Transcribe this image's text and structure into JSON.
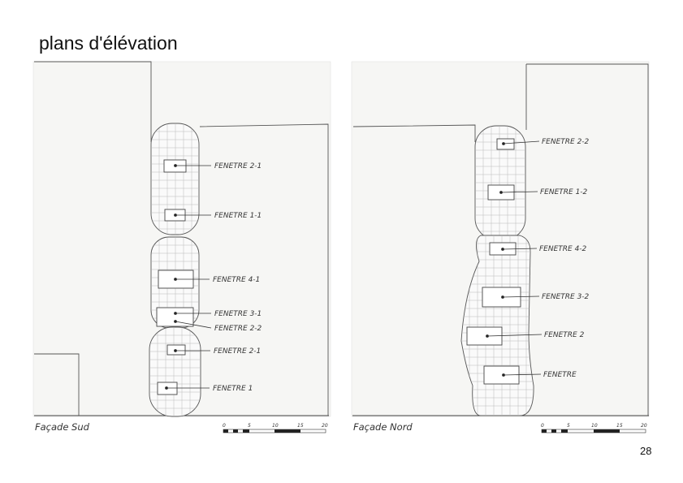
{
  "title": "plans d'élévation",
  "page_number": "28",
  "south": {
    "caption": "Façade Sud",
    "windows": [
      {
        "label": "FENETRE 2-1"
      },
      {
        "label": "FENETRE 1-1"
      },
      {
        "label": "FENETRE 4-1"
      },
      {
        "label": "FENETRE 3-1"
      },
      {
        "label": "FENETRE 2-2"
      },
      {
        "label": "FENETRE 2-1"
      },
      {
        "label": "FENETRE 1"
      }
    ]
  },
  "north": {
    "caption": "Façade Nord",
    "windows": [
      {
        "label": "FENETRE 2-2"
      },
      {
        "label": "FENETRE 1-2"
      },
      {
        "label": "FENETRE 4-2"
      },
      {
        "label": "FENETRE 3-2"
      },
      {
        "label": "FENETRE 2"
      },
      {
        "label": "FENETRE"
      }
    ]
  },
  "scale": {
    "ticks": [
      "0",
      "5",
      "10",
      "15",
      "20"
    ]
  }
}
